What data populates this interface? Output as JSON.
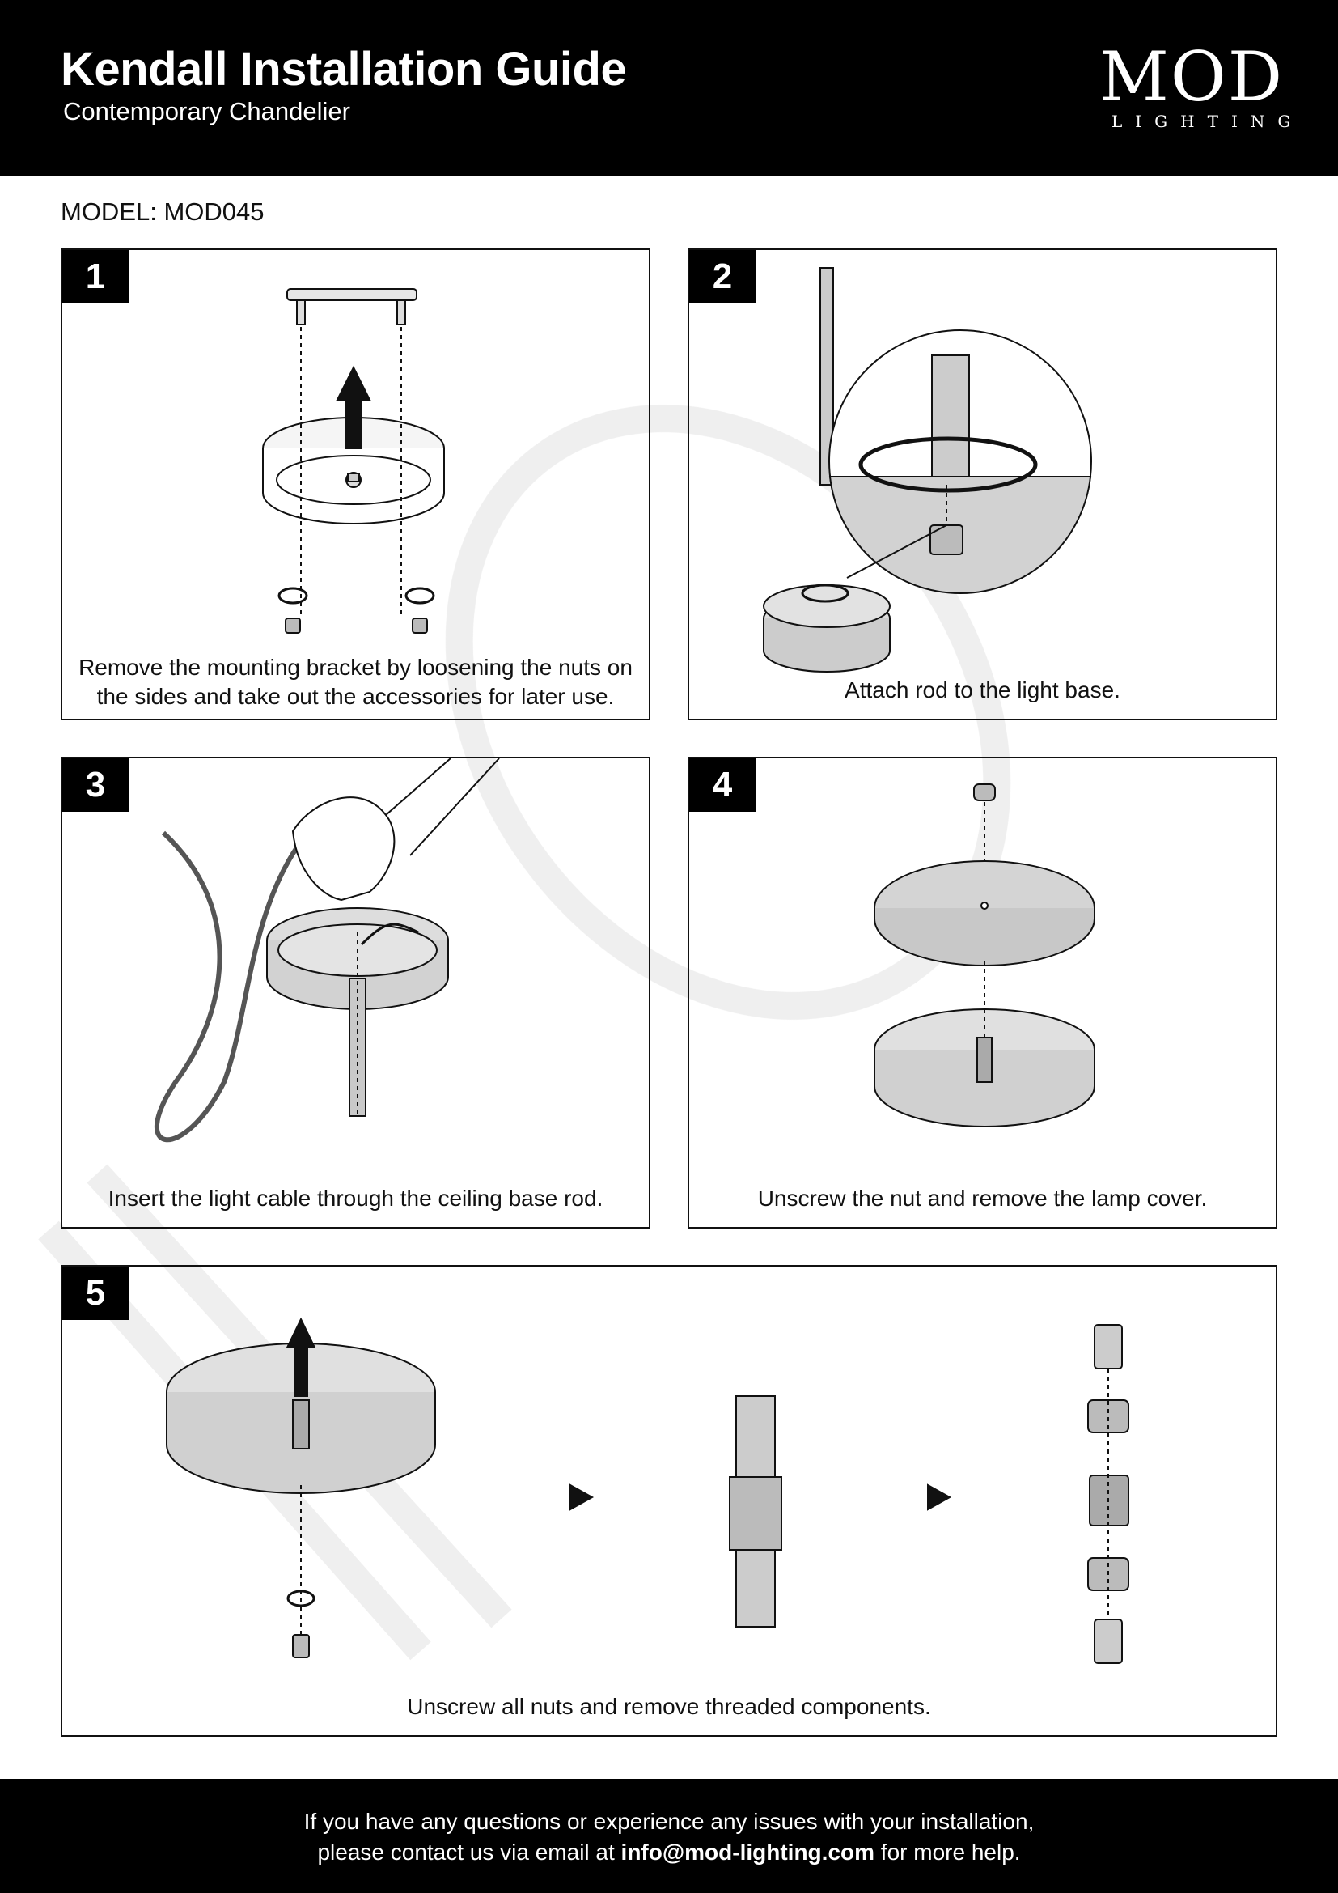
{
  "header": {
    "title": "Kendall Installation Guide",
    "subtitle": "Contemporary Chandelier",
    "logo_main": "MOD",
    "logo_sub": "LIGHTING"
  },
  "model_label": "MODEL: MOD045",
  "steps": [
    {
      "number": "1",
      "caption": "Remove the mounting bracket by loosening the nuts on the sides and take out the accessories for later use."
    },
    {
      "number": "2",
      "caption": "Attach rod to the light base."
    },
    {
      "number": "3",
      "caption": "Insert the light cable through the ceiling base rod."
    },
    {
      "number": "4",
      "caption": "Unscrew the nut and remove the lamp cover."
    },
    {
      "number": "5",
      "caption": "Unscrew all nuts and remove threaded components."
    }
  ],
  "footer": {
    "line1": "If you have any questions or experience any issues with your installation,",
    "line2_prefix": "please contact us via email at ",
    "email": "info@mod-lighting.com",
    "line2_suffix": " for more help."
  }
}
